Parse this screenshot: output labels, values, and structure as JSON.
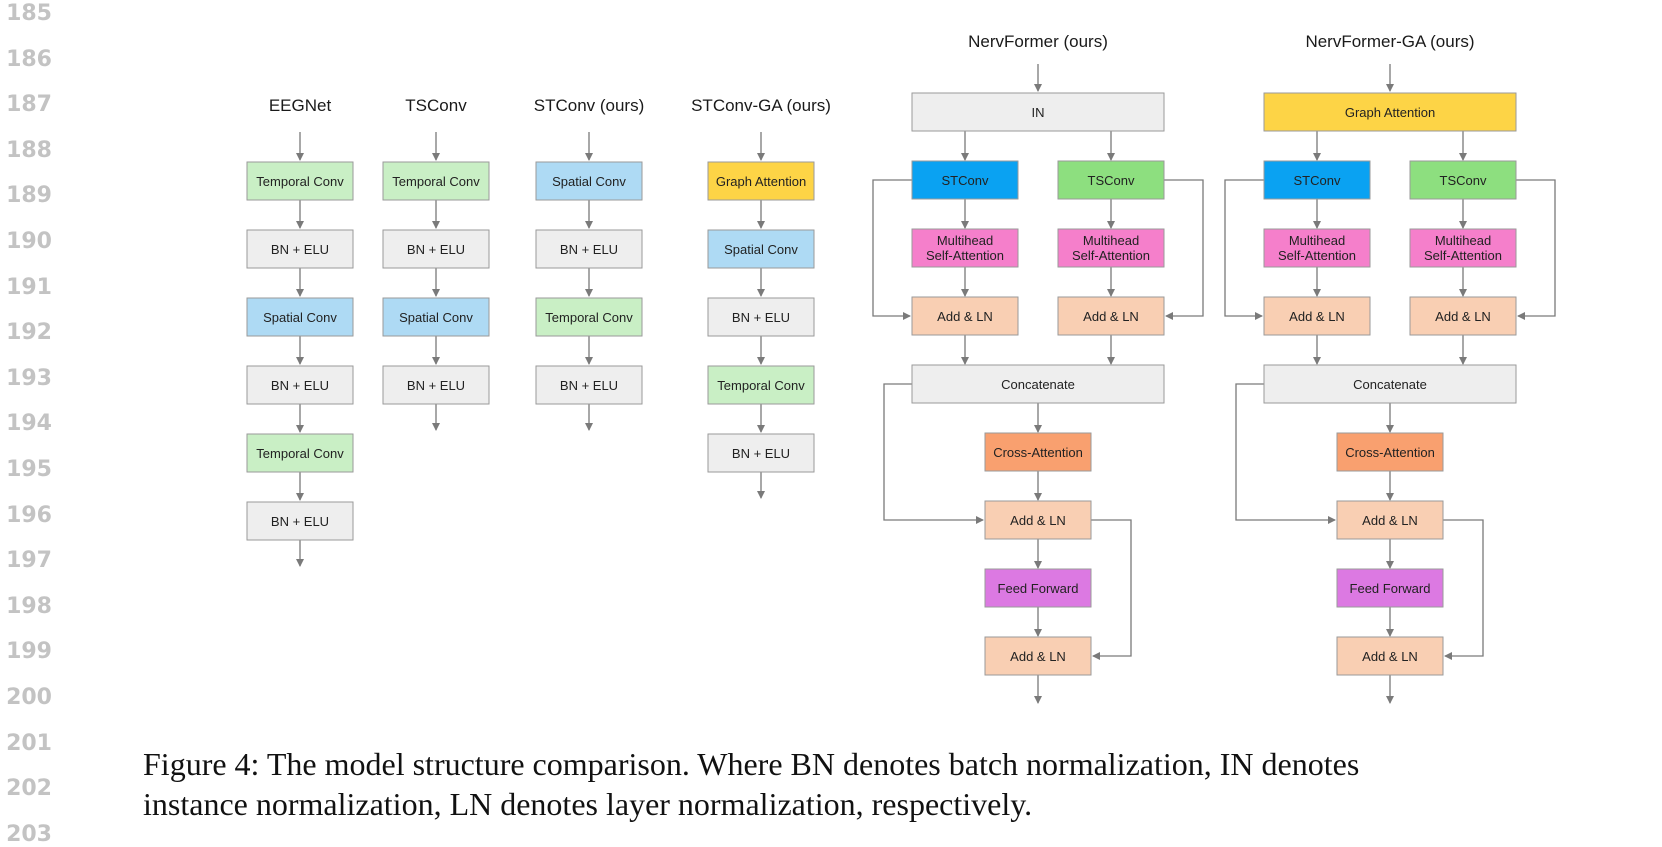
{
  "line_numbers": [
    "185",
    "186",
    "187",
    "188",
    "189",
    "190",
    "191",
    "192",
    "193",
    "194",
    "195",
    "196",
    "197",
    "198",
    "199",
    "200",
    "201",
    "202",
    "203"
  ],
  "colors": {
    "temporal": "#c9efc5",
    "spatial": "#aedaf4",
    "norm": "#eeeeee",
    "graph": "#fdd446",
    "stconv": "#0aa2f2",
    "tsconv": "#8ddf7f",
    "attention": "#f57fcb",
    "addln": "#f9cfb3",
    "cross": "#f9a06f",
    "ffn": "#dc79e2",
    "edge": "#7a7a7a"
  },
  "columns": {
    "eegnet": {
      "title": "EEGNet",
      "blocks": [
        "Temporal Conv",
        "BN + ELU",
        "Spatial Conv",
        "BN + ELU",
        "Temporal Conv",
        "BN + ELU"
      ]
    },
    "tsconv": {
      "title": "TSConv",
      "blocks": [
        "Temporal Conv",
        "BN + ELU",
        "Spatial Conv",
        "BN + ELU"
      ]
    },
    "stconv": {
      "title": "STConv (ours)",
      "blocks": [
        "Spatial Conv",
        "BN + ELU",
        "Temporal Conv",
        "BN + ELU"
      ]
    },
    "stconv_ga": {
      "title": "STConv-GA (ours)",
      "blocks": [
        "Graph Attention",
        "Spatial Conv",
        "BN + ELU",
        "Temporal Conv",
        "BN + ELU"
      ]
    },
    "nervformer": {
      "title": "NervFormer (ours)",
      "input": "IN",
      "branch_left": "STConv",
      "branch_right": "TSConv",
      "mha": "Multihead Self-Attention",
      "addln": "Add & LN",
      "concat": "Concatenate",
      "cross": "Cross-Attention",
      "ffn": "Feed Forward"
    },
    "nervformer_ga": {
      "title": "NervFormer-GA (ours)",
      "input": "Graph Attention",
      "branch_left": "STConv",
      "branch_right": "TSConv",
      "mha": "Multihead Self-Attention",
      "addln": "Add & LN",
      "concat": "Concatenate",
      "cross": "Cross-Attention",
      "ffn": "Feed Forward"
    }
  },
  "caption": {
    "line1": "Figure 4: The model structure comparison. Where BN denotes batch normalization, IN denotes",
    "line2": "instance normalization, LN denotes layer normalization, respectively."
  }
}
